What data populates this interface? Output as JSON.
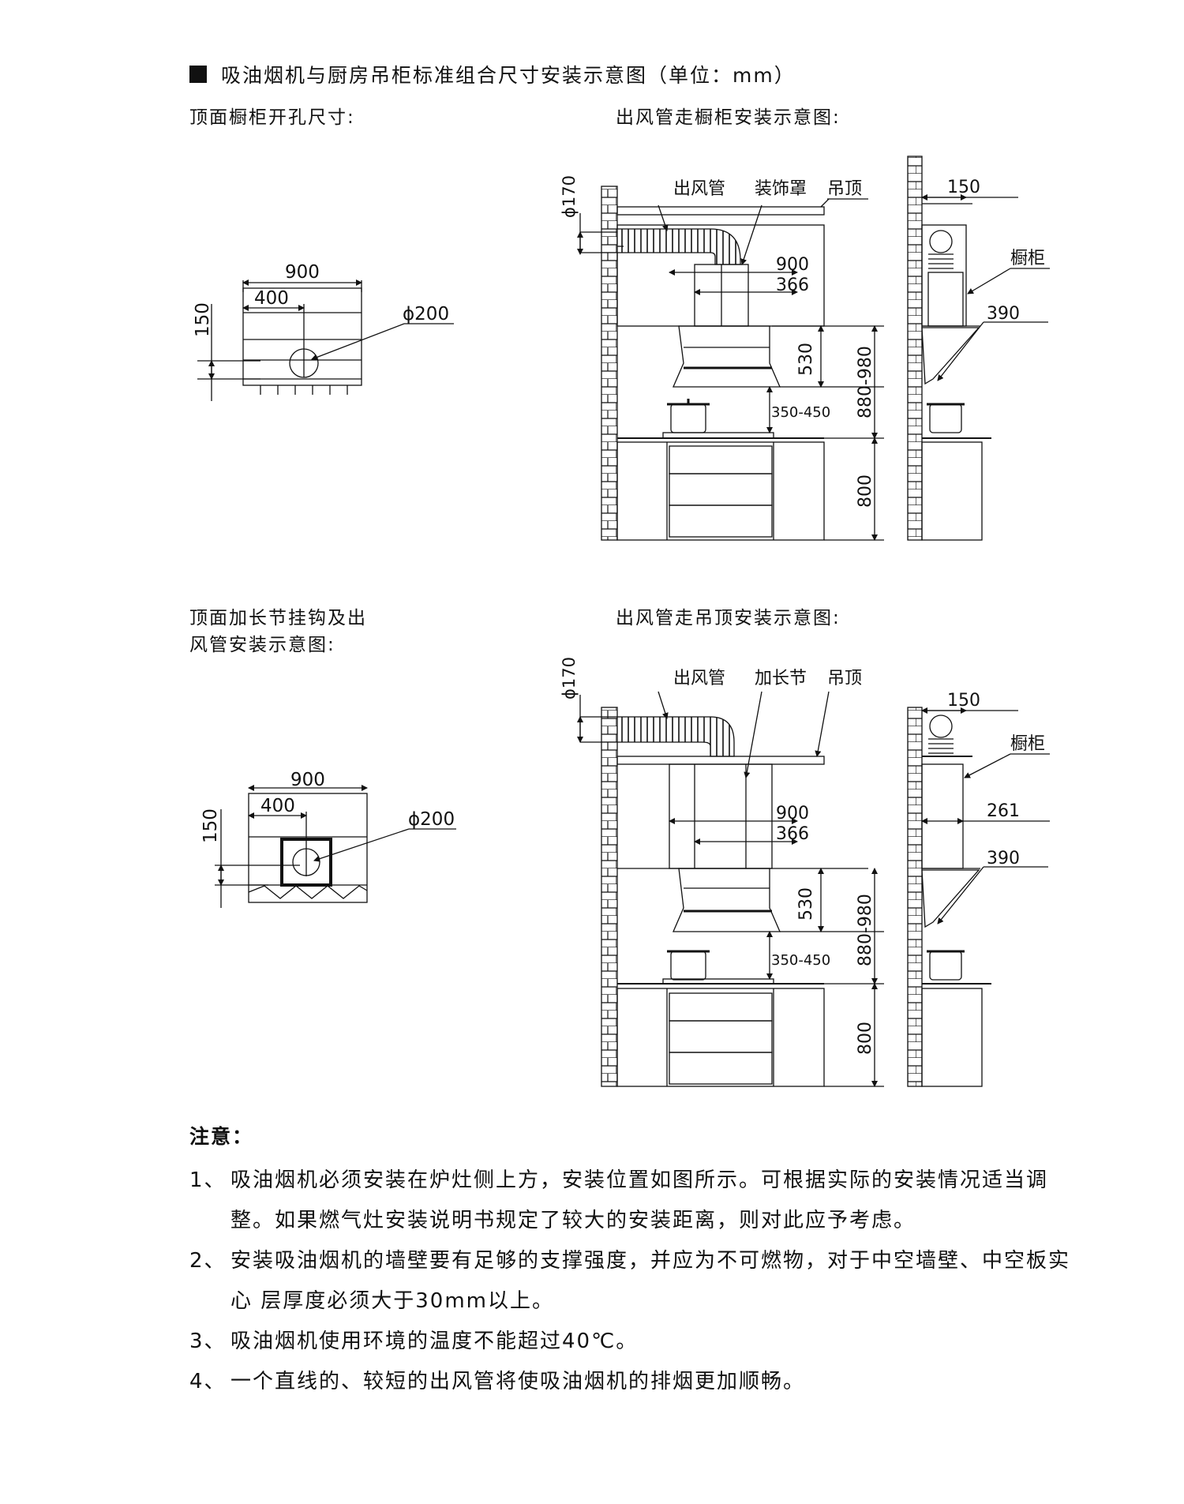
{
  "header": {
    "title": "吸油烟机与厨房吊柜标准组合尺寸安装示意图（单位：mm）"
  },
  "sections": {
    "top_hole": {
      "label": "顶面橱柜开孔尺寸:"
    },
    "duct_cabinet": {
      "label": "出风管走橱柜安装示意图:"
    },
    "ext_hook": {
      "label_line1": "顶面加长节挂钩及出",
      "label_line2": "风管安装示意图:"
    },
    "duct_ceiling": {
      "label": "出风管走吊顶安装示意图:"
    }
  },
  "hole_diagram_1": {
    "width": "900",
    "offset": "400",
    "height": "150",
    "diameter": "ϕ200"
  },
  "hole_diagram_2": {
    "width": "900",
    "offset": "400",
    "height": "150",
    "diameter": "ϕ200"
  },
  "install_diagram_1": {
    "front": {
      "duct_diameter": "ϕ170",
      "duct_label": "出风管",
      "cover_label": "装饰罩",
      "ceiling_label": "吊顶",
      "width": "900",
      "inner_width": "366",
      "hood_height": "530",
      "hood_to_stove": "350-450",
      "install_height": "880-980",
      "counter_height": "800"
    },
    "side": {
      "cabinet_depth": "150",
      "cabinet_label": "橱柜",
      "hood_depth": "390"
    }
  },
  "install_diagram_2": {
    "front": {
      "duct_diameter": "ϕ170",
      "duct_label": "出风管",
      "extension_label": "加长节",
      "ceiling_label": "吊顶",
      "width": "900",
      "inner_width": "366",
      "hood_height": "530",
      "hood_to_stove": "350-450",
      "install_height": "880-980",
      "counter_height": "800"
    },
    "side": {
      "cabinet_depth": "150",
      "cabinet_label": "橱柜",
      "cabinet_height": "261",
      "hood_depth": "390"
    }
  },
  "notes": {
    "title": "注意：",
    "items": [
      {
        "num": "1、",
        "text": "吸油烟机必须安装在炉灶侧上方，安装位置如图所示。可根据实际的安装情况适当调整。如果燃气灶安装说明书规定了较大的安装距离，则对此应予考虑。"
      },
      {
        "num": "2、",
        "text": "安装吸油烟机的墙壁要有足够的支撑强度，并应为不可燃物，对于中空墙壁、中空板实心 层厚度必须大于30mm以上。"
      },
      {
        "num": "3、",
        "text": "吸油烟机使用环境的温度不能超过40℃。"
      },
      {
        "num": "4、",
        "text": "一个直线的、较短的出风管将使吸油烟机的排烟更加顺畅。"
      }
    ]
  }
}
